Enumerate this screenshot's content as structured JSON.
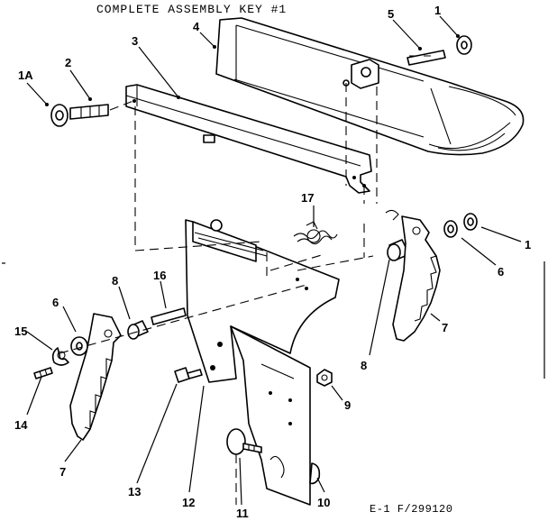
{
  "title": "COMPLETE ASSEMBLY KEY #1",
  "reference": "E-1 F/299120",
  "callouts": {
    "c1a": "1A",
    "c1_top": "1",
    "c1_right": "1",
    "c2": "2",
    "c3": "3",
    "c4": "4",
    "c5": "5",
    "c6_left": "6",
    "c6_right": "6",
    "c7_left": "7",
    "c7_right": "7",
    "c8_left": "8",
    "c8_right": "8",
    "c9": "9",
    "c10": "10",
    "c11": "11",
    "c12": "12",
    "c13": "13",
    "c14": "14",
    "c15": "15",
    "c16": "16",
    "c17": "17"
  }
}
